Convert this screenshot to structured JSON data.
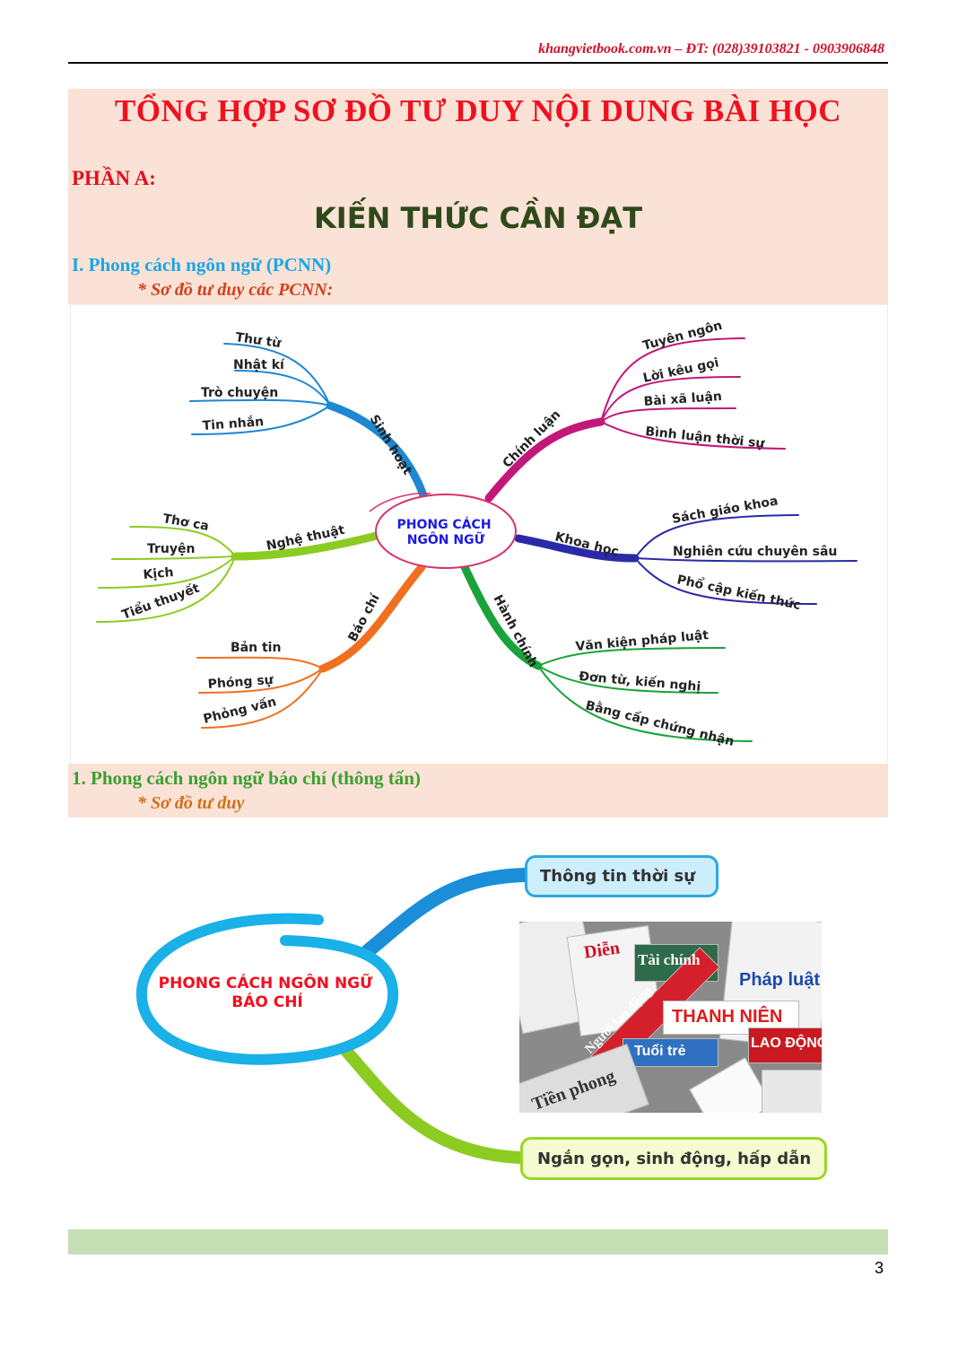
{
  "header": {
    "contact": "khangvietbook.com.vn – ĐT: (028)39103821 - 0903906848"
  },
  "title": "TỔNG HỢP SƠ ĐỒ TƯ DUY NỘI DUNG BÀI HỌC",
  "part": "PHẦN A:",
  "subtitle": "KIẾN THỨC CẦN ĐẠT",
  "section1": {
    "heading": "I. Phong cách ngôn ngữ (PCNN)",
    "sub": "* Sơ đồ tư duy các PCNN:"
  },
  "mindmap1": {
    "center": [
      "PHONG CÁCH",
      "NGÔN NGỮ"
    ],
    "branches": [
      {
        "label": "Sinh hoạt",
        "color": "#1e88d0",
        "leaves": [
          "Thư từ",
          "Nhật kí",
          "Trò chuyện",
          "Tin nhắn"
        ]
      },
      {
        "label": "Chính luận",
        "color": "#c2187a",
        "leaves": [
          "Tuyên ngôn",
          "Lời kêu gọi",
          "Bài xã luận",
          "Bình luận thời sự"
        ]
      },
      {
        "label": "Khoa học",
        "color": "#2a2aa8",
        "leaves": [
          "Sách giáo khoa",
          "Nghiên cứu chuyên sâu",
          "Phổ cập kiến thức"
        ]
      },
      {
        "label": "Hành chính",
        "color": "#1aa33a",
        "leaves": [
          "Văn kiện pháp luật",
          "Đơn từ, kiến nghị",
          "Bằng cấp chứng nhận"
        ]
      },
      {
        "label": "Báo chí",
        "color": "#f07020",
        "leaves": [
          "Bản tin",
          "Phóng sự",
          "Phỏng vấn"
        ]
      },
      {
        "label": "Nghệ thuật",
        "color": "#8ccc22",
        "leaves": [
          "Thơ ca",
          "Truyện",
          "Kịch",
          "Tiểu thuyết"
        ]
      }
    ]
  },
  "section2": {
    "heading": "1. Phong cách ngôn ngữ báo chí (thông tấn)",
    "sub": "* Sơ đồ tư duy"
  },
  "mindmap2": {
    "center": [
      "PHONG CÁCH NGÔN NGỮ",
      "BÁO CHÍ"
    ],
    "top_box": "Thông tin thời sự",
    "bottom_box": "Ngắn gọn, sinh động, hấp dẫn",
    "image_lettering": [
      "Diễn",
      "Tài chính",
      "Người lao động",
      "Pháp luật",
      "THANH NIÊN",
      "Tuổi trẻ",
      "LAO ĐỘNG",
      "Tiền phong"
    ]
  },
  "page_number": "3"
}
